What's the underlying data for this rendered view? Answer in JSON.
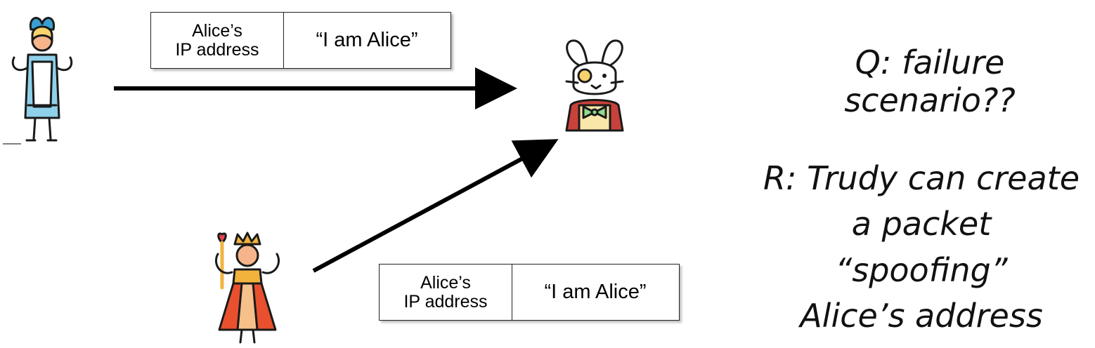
{
  "packets": [
    {
      "address": "Alice’s\nIP address",
      "address_line1": "Alice’s",
      "address_line2": "IP address",
      "payload": "“I am Alice”"
    },
    {
      "address_line1": "Alice’s",
      "address_line2": "IP address",
      "payload": "“I am Alice”"
    }
  ],
  "notes": {
    "question": "Q: failure scenario??",
    "response_lines": [
      "R: Trudy can create",
      "a packet “spoofing”",
      "Alice’s address"
    ]
  },
  "icons": [
    "alice-icon",
    "white-rabbit-icon",
    "queen-trudy-icon"
  ],
  "colors": {
    "arrow": "#000000",
    "queen_dress": "#e8502e",
    "queen_gold": "#f2b33d",
    "rabbit_coat": "#c9413b",
    "alice_dress": "#7fc7e0"
  }
}
